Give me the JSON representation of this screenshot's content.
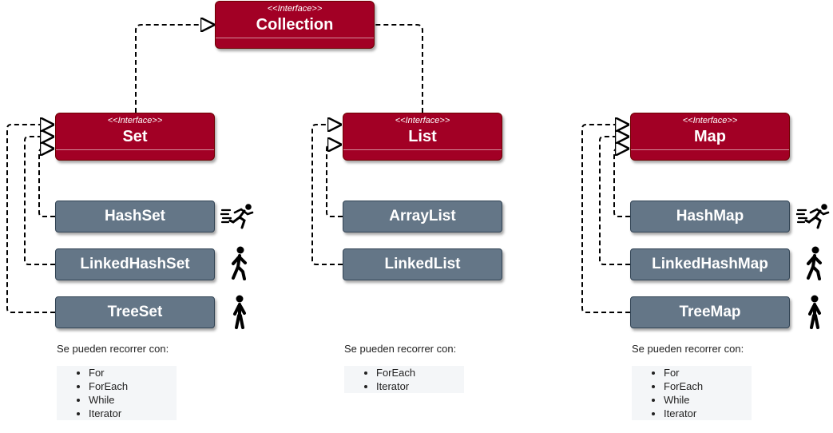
{
  "collection": {
    "stereotype": "<<Interface>>",
    "name": "Collection"
  },
  "set": {
    "stereotype": "<<Interface>>",
    "name": "Set",
    "impls": [
      "HashSet",
      "LinkedHashSet",
      "TreeSet"
    ],
    "speed_icons": [
      "running-fast-icon",
      "walking-icon",
      "standing-icon"
    ],
    "caption": "Se pueden recorrer con:",
    "iterations": [
      "For",
      "ForEach",
      "While",
      "Iterator"
    ]
  },
  "list": {
    "stereotype": "<<Interface>>",
    "name": "List",
    "impls": [
      "ArrayList",
      "LinkedList"
    ],
    "caption": "Se pueden recorrer con:",
    "iterations": [
      "ForEach",
      "Iterator"
    ]
  },
  "map": {
    "stereotype": "<<Interface>>",
    "name": "Map",
    "impls": [
      "HashMap",
      "LinkedHashMap",
      "TreeMap"
    ],
    "speed_icons": [
      "running-fast-icon",
      "walking-icon",
      "standing-icon"
    ],
    "caption": "Se pueden recorrer con:",
    "iterations": [
      "For",
      "ForEach",
      "While",
      "Iterator"
    ]
  },
  "colors": {
    "interface_fill": "#a20025",
    "class_fill": "#647687",
    "connector": "#000000"
  }
}
